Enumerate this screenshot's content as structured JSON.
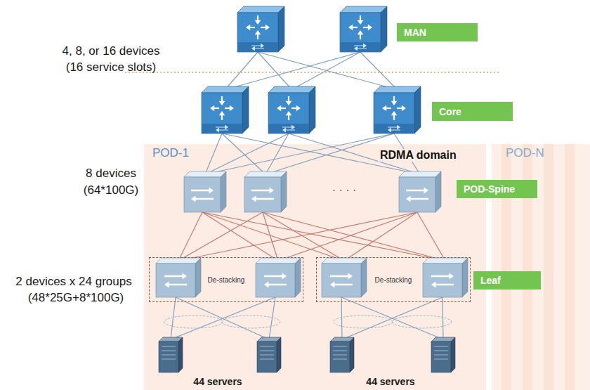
{
  "diagram": {
    "nodes": [
      {
        "text": [
          "MAN"
        ]
      },
      {
        "text": [
          "Core"
        ]
      },
      {
        "text": [
          "POD-1",
          "RDMA domain"
        ]
      },
      {
        "text": [
          "POD-N"
        ]
      },
      {
        "text": [
          "POD-Spine"
        ]
      },
      {
        "text": [
          "De-stacking"
        ],
        "in": 2
      },
      {
        "text": [
          "De-stacking"
        ],
        "in": 2
      },
      {
        "text": [
          "Leaf"
        ]
      }
    ],
    "labels": [
      "4, 8, or 16 devices",
      "(16 service slots)",
      "8 devices",
      "(64*100G)",
      "· · · ·",
      "2 devices x 24 groups",
      "(48*25G+8*100G)",
      "44 servers",
      "44 servers"
    ]
  }
}
